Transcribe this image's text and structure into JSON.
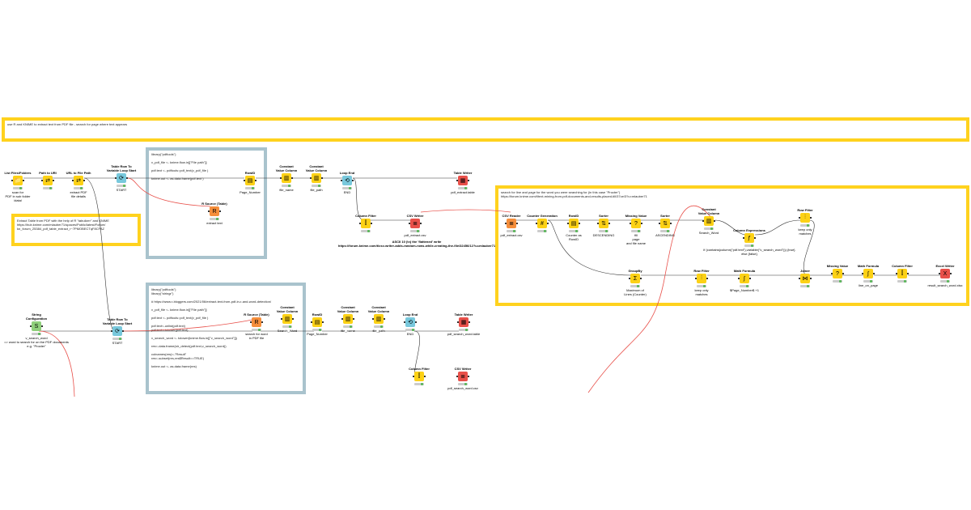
{
  "annotations": {
    "top_banner": "use R and KNIME to extract text from PDF file - search for page where text appears",
    "extract_note": "Extract Table from PDF with the help of R \"tabulizer\" and KNIME\nhttps://hub.knime.com/mlauber71/spaces/Public/latest/Forum/\nkn_forum_25384_pdf_table_extract_r~7PMOBECTqF8CFAZ",
    "r_code_1": "library(\"pdftools\")\n\nv_pdf_file <- knime.flow.in[[\"File path\"]]\n\npdf.text <- pdftools::pdf_text(v_pdf_file )\n\nknime.out <- as.data.frame(pdf.text )",
    "r_code_2": "library(\"pdftools\")\nlibrary(\"stringr\")\n\n# https://www.r-bloggers.com/2021/06/extract-text-from-pdf-in-r-and-word-detection/\n\nv_pdf_file <- knime.flow.in[[\"File path\"]]\n\npdf.text <- pdftools::pdf_text(v_pdf_file )\n\npdf.text<-unlist(pdf.text)\npdf.text<-tolower(pdf.text)\n\nv_search_word <- tolower(knime.flow.in[[\"v_search_word\"]])\n\nres<-data.frame(str_detect(pdf.text,v_search_word))\n\ncolnames(res)<-\"Result\"\nres<-subset(res,res$Result==TRUE)\n\nknime.out <- as.data.frame(res)",
    "search_note": "search for line and page for the word you were searching for (in this case \"Procter\")\nhttps://forum.knime.com/t/text-mining-from-pdf-documents-and-results-placed-till/37ce/3?u=mlauber71",
    "forum_note": "ASCII 10 (\\n) the 'flattened' write\nhttps://forum.knime.com/t/csv-writer-adds-random-rows-while-creating-the-file/32456/12?u=mlauber71"
  },
  "nodes": [
    {
      "id": "list-files",
      "title": "List Files/Folders",
      "caption": "scan for\nPDF in sub folder\n/data/",
      "color": "yellow",
      "glyph": "📁"
    },
    {
      "id": "path-to-uri",
      "title": "Path to URI",
      "caption": "",
      "color": "yellow",
      "glyph": "⇄"
    },
    {
      "id": "url-to-file-path",
      "title": "URL to File Path",
      "caption": "extract PDF\nfile details",
      "color": "yellow",
      "glyph": "⇄"
    },
    {
      "id": "table-row-loop-1",
      "title": "Table Row To\nVariable Loop Start",
      "caption": "START",
      "color": "blue",
      "glyph": "⟳"
    },
    {
      "id": "r-source-1",
      "title": "R Source (Table)",
      "caption": "extract text",
      "color": "orange",
      "glyph": "R"
    },
    {
      "id": "rowid-1",
      "title": "RowID",
      "caption": "Page_Number",
      "color": "yellow",
      "glyph": "▤"
    },
    {
      "id": "const-col-1",
      "title": "Constant\nValue Column",
      "caption": "file_name",
      "color": "yellow",
      "glyph": "▥"
    },
    {
      "id": "const-col-2",
      "title": "Constant\nValue Column",
      "caption": "file_path",
      "color": "yellow",
      "glyph": "▥"
    },
    {
      "id": "loop-end-1",
      "title": "Loop End",
      "caption": "END",
      "color": "blue",
      "glyph": "⟲"
    },
    {
      "id": "table-writer-1",
      "title": "Table Writer",
      "caption": "pdf_extract.table",
      "color": "red",
      "glyph": "▦"
    },
    {
      "id": "column-filter-1",
      "title": "Column Filter",
      "caption": "",
      "color": "yellow",
      "glyph": "⫿"
    },
    {
      "id": "csv-writer-1",
      "title": "CSV Writer",
      "caption": "pdf_extract.csv",
      "color": "red",
      "glyph": "≣"
    },
    {
      "id": "csv-reader",
      "title": "CSV Reader",
      "caption": "pdf_extract.csv",
      "color": "orange",
      "glyph": "≣"
    },
    {
      "id": "counter-gen",
      "title": "Counter Generation",
      "caption": "",
      "color": "yellow",
      "glyph": "#"
    },
    {
      "id": "rowid-2",
      "title": "RowID",
      "caption": "Counter as\nRowID",
      "color": "yellow",
      "glyph": "▤"
    },
    {
      "id": "sorter-1",
      "title": "Sorter",
      "caption": "DESCENDING",
      "color": "yellow",
      "glyph": "⇅"
    },
    {
      "id": "missing-value-1",
      "title": "Missing Value",
      "caption": "fill\npage\nand file name",
      "color": "yellow",
      "glyph": "?"
    },
    {
      "id": "sorter-2",
      "title": "Sorter",
      "caption": "ASCENDING",
      "color": "yellow",
      "glyph": "⇅"
    },
    {
      "id": "const-col-search",
      "title": "Constant\nValue Column",
      "caption": "Search_Word",
      "color": "yellow",
      "glyph": "▥"
    },
    {
      "id": "column-expr",
      "title": "Column Expressions",
      "caption": "if (contains(column(\"pdf.text\"),variable(\"v_search_word\"))) {true}\nelse {false}",
      "color": "yellow",
      "glyph": "ƒ"
    },
    {
      "id": "row-filter-1",
      "title": "Row Filter",
      "caption": "keep only\nmatches",
      "color": "yellow",
      "glyph": "⫶"
    },
    {
      "id": "groupby",
      "title": "GroupBy",
      "caption": "Maximum of\nLines (Counter)",
      "color": "yellow",
      "glyph": "Σ"
    },
    {
      "id": "row-filter-2",
      "title": "Row Filter",
      "caption": "keep only\nmatches",
      "color": "yellow",
      "glyph": "⫶"
    },
    {
      "id": "math-formula-1",
      "title": "Math Formula",
      "caption": "$Page_Number$ +1",
      "color": "yellow",
      "glyph": "∫"
    },
    {
      "id": "joiner",
      "title": "Joiner",
      "caption": "",
      "color": "yellow",
      "glyph": "⋈"
    },
    {
      "id": "missing-value-2",
      "title": "Missing Value",
      "caption": "",
      "color": "yellow",
      "glyph": "?"
    },
    {
      "id": "math-formula-2",
      "title": "Math Formula",
      "caption": "line_on_page",
      "color": "yellow",
      "glyph": "∫"
    },
    {
      "id": "column-filter-2",
      "title": "Column Filter",
      "caption": "",
      "color": "yellow",
      "glyph": "⫿"
    },
    {
      "id": "excel-writer",
      "title": "Excel Writer",
      "caption": "result_search_word.xlsx",
      "color": "red",
      "glyph": "X"
    },
    {
      "id": "string-config",
      "title": "String\nConfiguration",
      "caption": "v_search_word\n=> word to search for on the PDF documents\ne.g. \"Procter\"",
      "color": "green",
      "glyph": "S"
    },
    {
      "id": "table-row-loop-2",
      "title": "Table Row To\nVariable Loop Start",
      "caption": "START",
      "color": "blue",
      "glyph": "⟳"
    },
    {
      "id": "r-source-2",
      "title": "R Source (Table)",
      "caption": "search for word\nin PDF file",
      "color": "orange",
      "glyph": "R"
    },
    {
      "id": "const-col-3",
      "title": "Constant\nValue Column",
      "caption": "Search_Word",
      "color": "yellow",
      "glyph": "▥"
    },
    {
      "id": "rowid-3",
      "title": "RowID",
      "caption": "Page_Number",
      "color": "yellow",
      "glyph": "▤"
    },
    {
      "id": "const-col-4",
      "title": "Constant\nValue Column",
      "caption": "file_name",
      "color": "yellow",
      "glyph": "▥"
    },
    {
      "id": "const-col-5",
      "title": "Constant\nValue Column",
      "caption": "file_path",
      "color": "yellow",
      "glyph": "▥"
    },
    {
      "id": "loop-end-2",
      "title": "Loop End",
      "caption": "END",
      "color": "blue",
      "glyph": "⟲"
    },
    {
      "id": "table-writer-2",
      "title": "Table Writer",
      "caption": "pdf_search_word.table",
      "color": "red",
      "glyph": "▦"
    },
    {
      "id": "column-filter-3",
      "title": "Column Filter",
      "caption": "",
      "color": "yellow",
      "glyph": "⫿"
    },
    {
      "id": "csv-writer-2",
      "title": "CSV Writer",
      "caption": "pdf_search_word.csv",
      "color": "red",
      "glyph": "≣"
    }
  ]
}
